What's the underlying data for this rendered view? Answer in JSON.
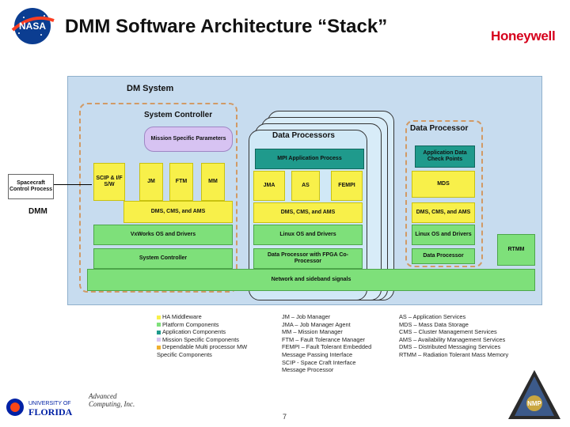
{
  "header": {
    "title": "DMM Software Architecture “Stack”",
    "nasa_logo_text": "NASA",
    "company": "Honeywell"
  },
  "diagram": {
    "dm_system": "DM System",
    "system_controller": "System Controller",
    "mission_specific": "Mission Specific Parameters",
    "data_processors": "Data Processors",
    "data_processor": "Data Processor",
    "mpi_app": "MPI Application Process",
    "app_data_check": "Application Data Check Points",
    "spacecraft": "Spacecraft Control Process",
    "dmm_label": "DMM",
    "scip": "SCIP & I/F S/W",
    "jm": "JM",
    "ftm": "FTM",
    "mm": "MM",
    "jma": "JMA",
    "as": "AS",
    "fempi": "FEMPI",
    "mds": "MDS",
    "dms_cms_ams_1": "DMS, CMS, and AMS",
    "dms_cms_ams_2": "DMS, CMS, and AMS",
    "dms_cms_ams_3": "DMS, CMS, and AMS",
    "vxworks": "VxWorks OS and Drivers",
    "linux_1": "Linux OS and Drivers",
    "linux_2": "Linux OS and Drivers",
    "sys_controller_hw": "System Controller",
    "dp_fpga": "Data Processor with FPGA Co-Processor",
    "dp_hw": "Data Processor",
    "rtmm": "RTMM",
    "network": "Network and sideband signals"
  },
  "legend": {
    "items": [
      {
        "label": "HA Middleware",
        "color": "#f8f04a"
      },
      {
        "label": "Platform Components",
        "color": "#7ee07a"
      },
      {
        "label": "Application Components",
        "color": "#1f9a8c"
      },
      {
        "label": "Mission Specific Components",
        "color": "#d7c3f2"
      },
      {
        "label": "Dependable Multi processor MW",
        "color": "#f0b030"
      }
    ],
    "cont": "Specific Components"
  },
  "abbrev_left": [
    "JM – Job Manager",
    "JMA – Job Manager Agent",
    "MM – Mission Manager",
    "FTM – Fault Tolerance Manager",
    "FEMPI – Fault Tolerant Embedded",
    "Message Passing Interface",
    "SCIP - Space Craft Interface",
    "Message Processor"
  ],
  "abbrev_right": [
    "AS – Application Services",
    "MDS – Mass Data Storage",
    "CMS – Cluster Management Services",
    "AMS – Availability Management Services",
    "DMS – Distributed Messaging Services",
    "RTMM – Radiation Tolerant Mass Memory"
  ],
  "footer": {
    "uf_top": "UNIVERSITY OF",
    "uf_bottom": "FLORIDA",
    "ac_logo": "Advanced Computing, Inc.",
    "page": "7",
    "nmp": "NMP"
  }
}
